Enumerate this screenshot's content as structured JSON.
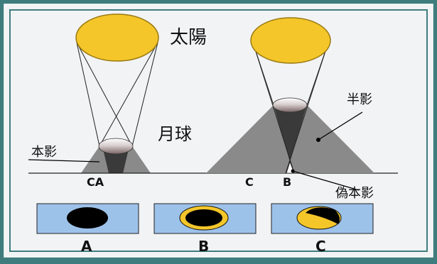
{
  "labels": {
    "sun": "太陽",
    "moon": "月球",
    "umbra": "本影",
    "penumbra": "半影",
    "antumbra": "偽本影",
    "left_points": "CA",
    "right_c": "C",
    "right_b": "B"
  },
  "eclipse_types": [
    {
      "letter": "A"
    },
    {
      "letter": "B"
    },
    {
      "letter": "C"
    }
  ],
  "colors": {
    "background": "#3f7c7d",
    "panel": "#f2f3f5",
    "sun": "#f4c62a",
    "sun_stroke": "#9a7a10",
    "shadow_light": "#8a8a8a",
    "shadow_dark": "#3a3a3a",
    "sky": "#9dc2ea",
    "moon_disc": "#000000"
  }
}
